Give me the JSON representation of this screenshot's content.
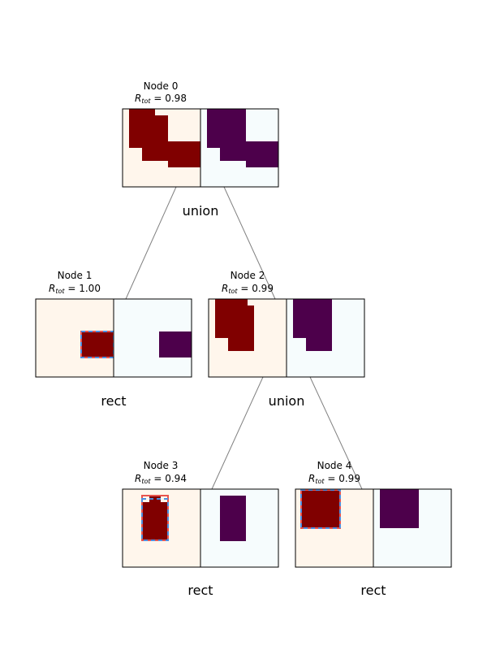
{
  "colors": {
    "bg_left": "#fff6ec",
    "bg_right": "#f6fcfd",
    "fill_left": "#800000",
    "fill_right": "#4d004b",
    "edge": "#808080",
    "box_outline_red": "#e8544e",
    "box_outline_blue": "#4c8fe0"
  },
  "nodes": [
    {
      "id": 0,
      "title": "Node 0",
      "score": "R_tot = 0.98",
      "score_sym": "R",
      "score_sub": "tot",
      "score_val": " = 0.98",
      "op": "union"
    },
    {
      "id": 1,
      "title": "Node 1",
      "score": "R_tot = 1.00",
      "score_sym": "R",
      "score_sub": "tot",
      "score_val": " = 1.00",
      "op": "rect"
    },
    {
      "id": 2,
      "title": "Node 2",
      "score": "R_tot = 0.99",
      "score_sym": "R",
      "score_sub": "tot",
      "score_val": " = 0.99",
      "op": "union"
    },
    {
      "id": 3,
      "title": "Node 3",
      "score": "R_tot = 0.94",
      "score_sym": "R",
      "score_sub": "tot",
      "score_val": " = 0.94",
      "op": "rect"
    },
    {
      "id": 4,
      "title": "Node 4",
      "score": "R_tot = 0.99",
      "score_sym": "R",
      "score_sub": "tot",
      "score_val": " = 0.99",
      "op": "rect"
    }
  ],
  "edges": [
    {
      "from": 0,
      "to": 1
    },
    {
      "from": 0,
      "to": 2
    },
    {
      "from": 2,
      "to": 3
    },
    {
      "from": 2,
      "to": 4
    }
  ]
}
